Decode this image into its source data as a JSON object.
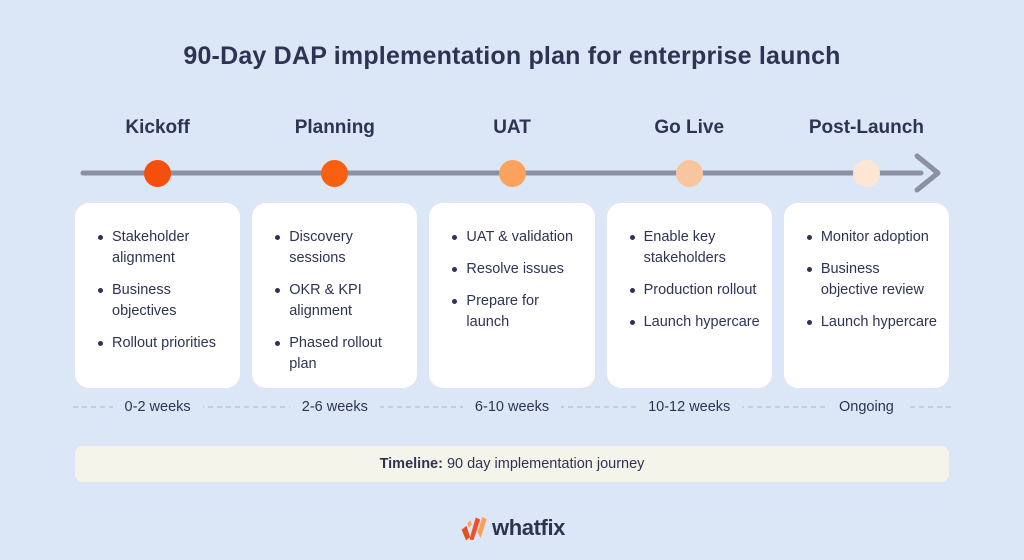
{
  "title": "90-Day DAP implementation plan for enterprise launch",
  "phases": [
    {
      "name": "Kickoff",
      "dot_color": "#f4500c",
      "items": [
        "Stakeholder alignment",
        "Business objectives",
        "Rollout priorities"
      ],
      "duration": "0-2 weeks"
    },
    {
      "name": "Planning",
      "dot_color": "#f85f10",
      "items": [
        "Discovery sessions",
        "OKR & KPI alignment",
        "Phased rollout plan"
      ],
      "duration": "2-6 weeks"
    },
    {
      "name": "UAT",
      "dot_color": "#fba35c",
      "items": [
        "UAT & validation",
        "Resolve issues",
        "Prepare for launch"
      ],
      "duration": "6-10 weeks"
    },
    {
      "name": "Go Live",
      "dot_color": "#f8c59d",
      "items": [
        "Enable key stakeholders",
        "Production rollout",
        "Launch hypercare"
      ],
      "duration": "10-12 weeks"
    },
    {
      "name": "Post-Launch",
      "dot_color": "#fde7d4",
      "items": [
        "Monitor adoption",
        "Business objective review",
        "Launch hypercare"
      ],
      "duration": "Ongoing"
    }
  ],
  "banner": {
    "label": "Timeline:",
    "text": "90 day implementation journey"
  },
  "logo": {
    "text": "whatfix"
  },
  "colors": {
    "background": "#dbe7f6",
    "text_navy": "#2e3354",
    "line_gray": "#8b90a2",
    "card_bg": "#ffffff",
    "banner_bg": "#f5f4ea",
    "logo_orange_dark": "#e0531c",
    "logo_orange_bright": "#f2502a",
    "logo_orange_light": "#f9a05b"
  }
}
